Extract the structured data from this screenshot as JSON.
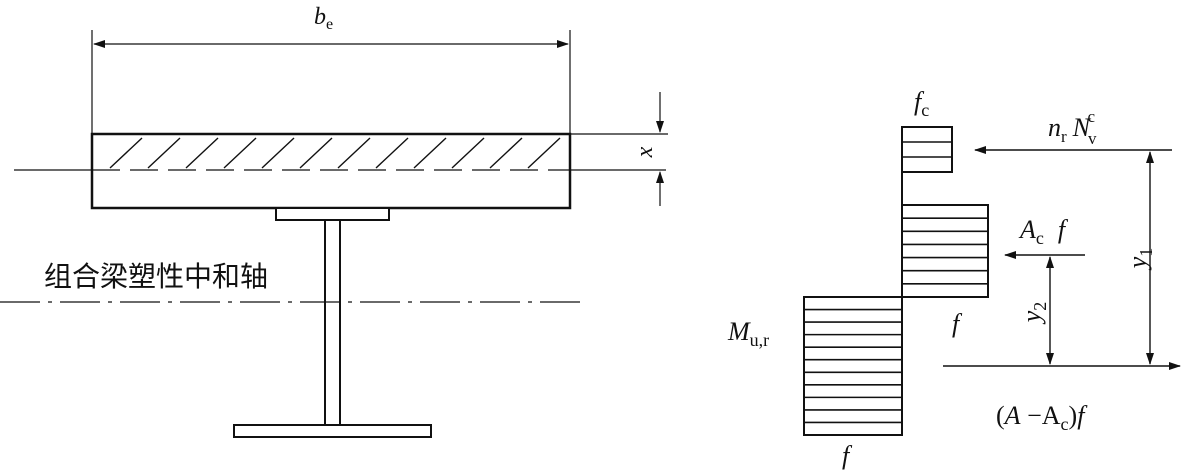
{
  "labels": {
    "be": "b",
    "be_sub": "e",
    "x": "x",
    "neutral_axis": "组合梁塑性中和轴",
    "fc": "f",
    "fc_sub": "c",
    "nr": "n",
    "nr_sub": "r",
    "nv": "N",
    "nv_sub": "v",
    "nv_sup": "c",
    "ac": "A",
    "ac_sub": "c",
    "ac_f": "f",
    "y1": "y",
    "y1_sub": "1",
    "y2": "y",
    "y2_sub": "2",
    "f_mid": "f",
    "mu": "M",
    "mu_sub": "u,r",
    "a_open": "(",
    "a_A": "A",
    "a_minus": " −A",
    "a_sub": "c",
    "a_close": ")",
    "a_f": "f",
    "f_bottom": "f"
  },
  "stress_blocks": {
    "slab_block_rows": 3,
    "top_flange_block_rows": 7,
    "web_block_rows": 11
  }
}
